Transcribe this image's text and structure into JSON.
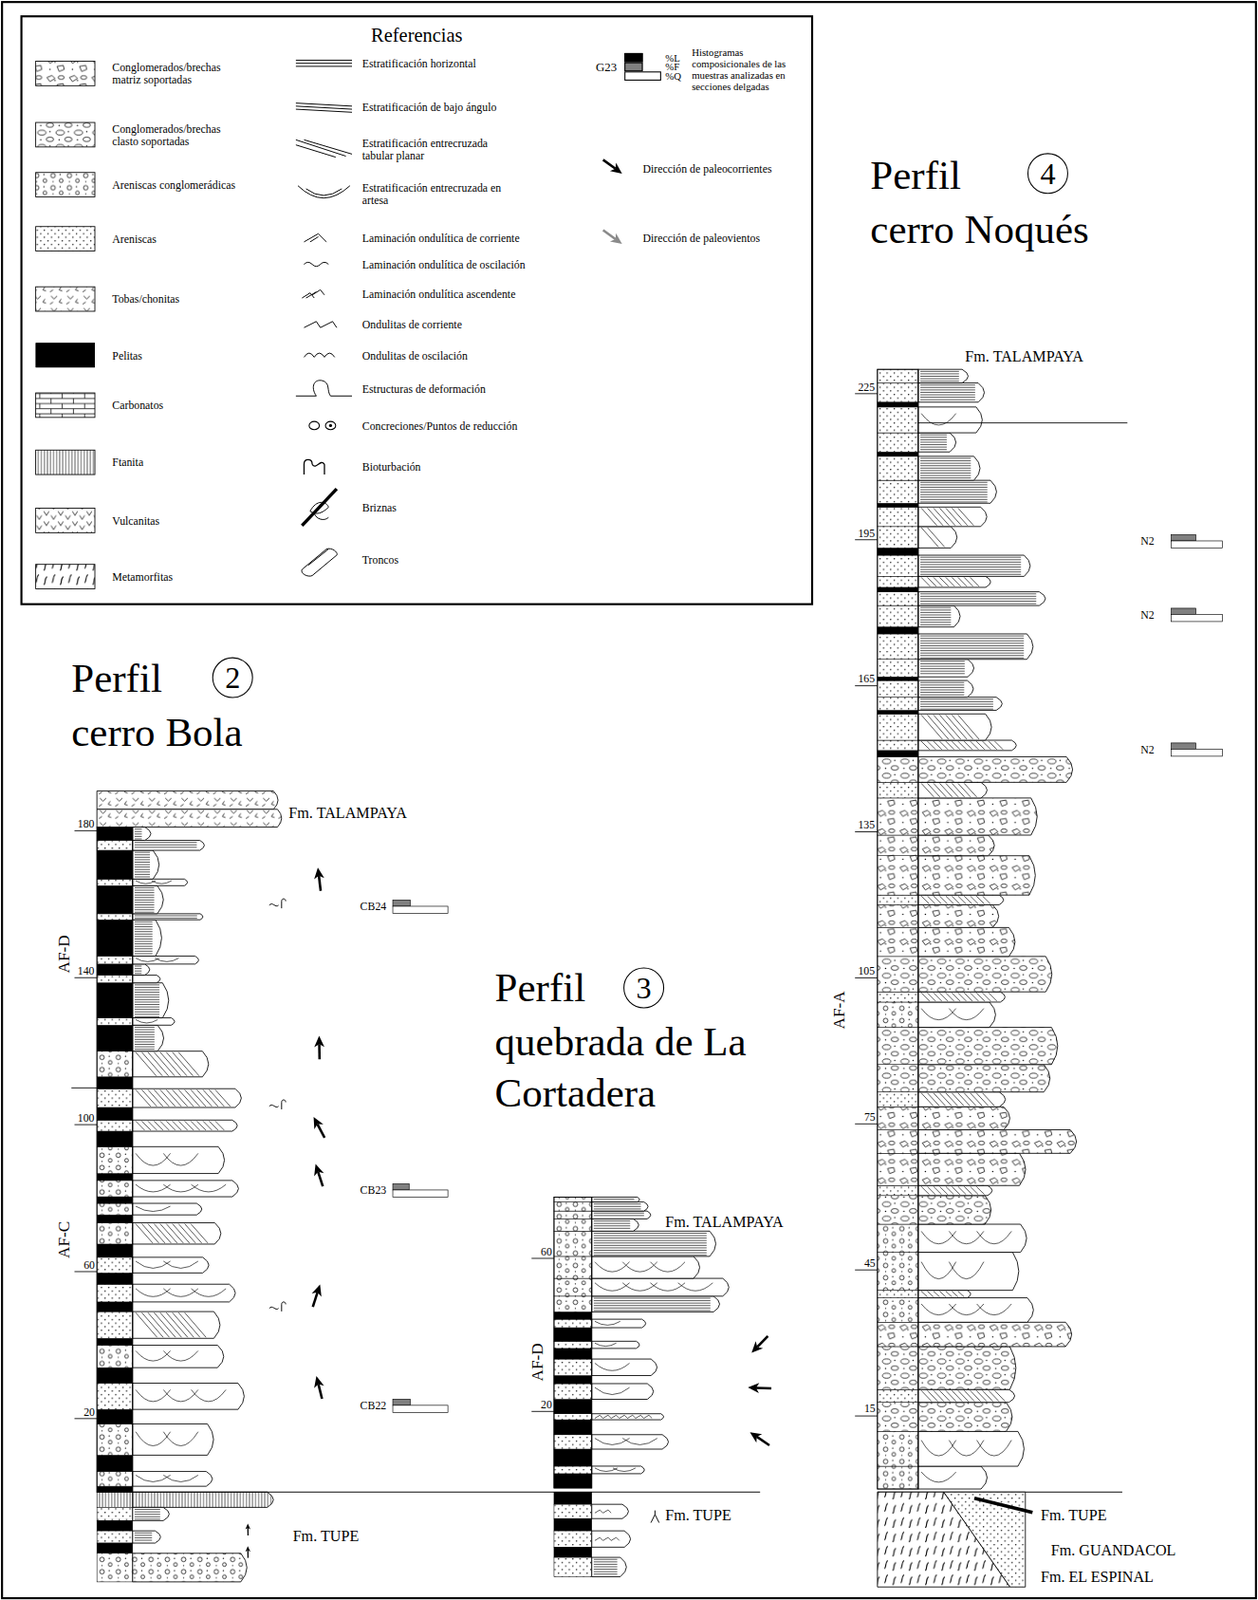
{
  "diagram": {
    "nodes": [
      {
        "text": [
          "Referencias"
        ]
      },
      {
        "text": [
          "4"
        ]
      },
      {
        "text": [
          "2"
        ]
      },
      {
        "text": [
          "3"
        ]
      }
    ],
    "labels": [
      "G23",
      "Histogramas composicionales de las muestras analizadas en secciones delgadas",
      "Perfil",
      "cerro Bola",
      "Perfil",
      "quebrada de La Cortadera",
      "Perfil",
      "cerro Noqués",
      "Fm. TALAMPAYA",
      "Fm. TALAMPAYA",
      "Fm. TALAMPAYA",
      "Fm. TUPE",
      "Fm. TUPE",
      "Fm. TUPE",
      "Fm. GUANDACOL",
      "Fm. EL ESPINAL",
      "AF-C",
      "AF-D",
      "AF-D",
      "AF-A",
      "CB24",
      "CB23",
      "CB22",
      "N2",
      "N2",
      "N2",
      "180",
      "140",
      "100",
      "60",
      "20",
      "60",
      "20",
      "225",
      "195",
      "165",
      "135",
      "105",
      "75",
      "45",
      "15"
    ],
    "legend": [
      {
        "text": "Conglomerados/brechas matriz soportadas"
      },
      {
        "text": "Conglomerados/brechas clasto soportadas"
      },
      {
        "text": "Areniscas conglomerádicas"
      },
      {
        "text": "Areniscas"
      },
      {
        "text": "Tobas/chonitas"
      },
      {
        "text": "Pelitas",
        "color": "#000000"
      },
      {
        "text": "Carbonatos"
      },
      {
        "text": "Ftanita"
      },
      {
        "text": "Vulcanitas"
      },
      {
        "text": "Metamorfitas"
      },
      {
        "text": "Estratificación horizontal"
      },
      {
        "text": "Estratificación de bajo ángulo"
      },
      {
        "text": "Estratificación entrecruzada tabular planar"
      },
      {
        "text": "Estratificación entrecruzada en artesa"
      },
      {
        "text": "Laminación ondulítica de corriente"
      },
      {
        "text": "Laminación ondulítica de oscilación"
      },
      {
        "text": "Laminación ondulítica ascendente"
      },
      {
        "text": "Ondulitas de corriente"
      },
      {
        "text": "Ondulitas de oscilación"
      },
      {
        "text": "Estructuras de deformación"
      },
      {
        "text": "Concreciones/Puntos de reducción"
      },
      {
        "text": "Bioturbación"
      },
      {
        "text": "Briznas"
      },
      {
        "text": "Troncos"
      },
      {
        "text": "%L",
        "color": "#000000"
      },
      {
        "text": "%F",
        "color": "#808080"
      },
      {
        "text": "%Q",
        "color": "#ffffff"
      },
      {
        "text": "Dirección de paleocorrientes"
      },
      {
        "text": "Dirección de paleovientos"
      }
    ]
  }
}
